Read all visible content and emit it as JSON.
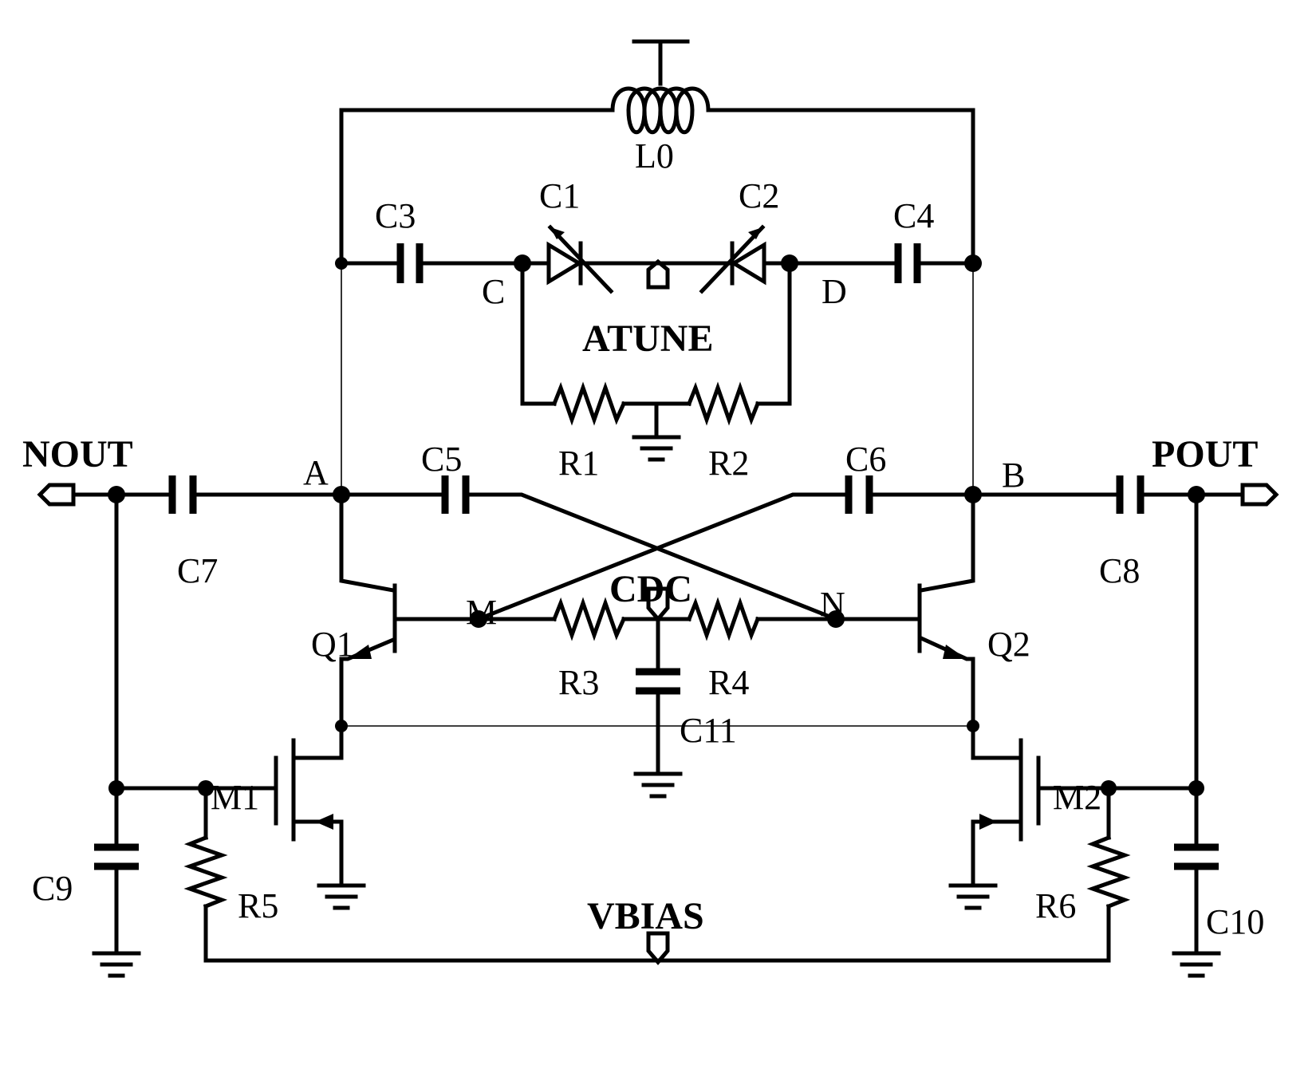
{
  "labels": {
    "L0": "L0",
    "C1": "C1",
    "C2": "C2",
    "C3": "C3",
    "C4": "C4",
    "C5": "C5",
    "C6": "C6",
    "C7": "C7",
    "C8": "C8",
    "C9": "C9",
    "C10": "C10",
    "C11": "C11",
    "R1": "R1",
    "R2": "R2",
    "R3": "R3",
    "R4": "R4",
    "R5": "R5",
    "R6": "R6",
    "Q1": "Q1",
    "Q2": "Q2",
    "M1": "M1",
    "M2": "M2",
    "nodeA": "A",
    "nodeB": "B",
    "nodeC": "C",
    "nodeD": "D",
    "nodeM": "M",
    "nodeN": "N"
  },
  "ports": {
    "nout": "NOUT",
    "pout": "POUT",
    "atune": "ATUNE",
    "cdc": "CDC",
    "vbias": "VBIAS"
  }
}
